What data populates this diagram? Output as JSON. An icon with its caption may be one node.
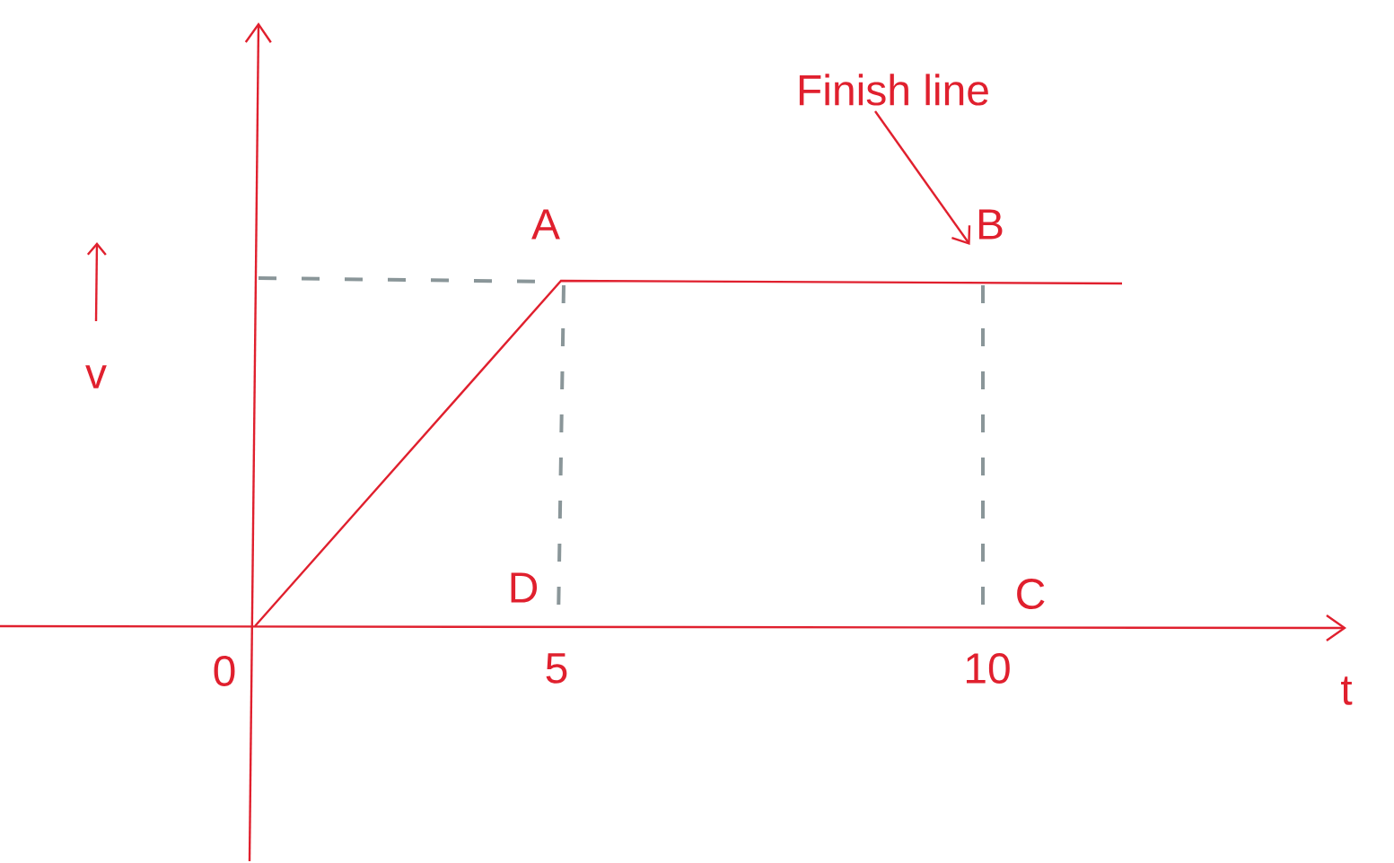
{
  "diagram": {
    "nodes": [
      {
        "text": [
          "Finish line"
        ]
      },
      {
        "text": [
          "B"
        ]
      }
    ],
    "edges": [
      {
        "from": 0,
        "to": 1,
        "arrow": "to"
      }
    ],
    "labels": [
      "v",
      "A",
      "D",
      "C",
      "0",
      "5",
      "10",
      "t"
    ]
  }
}
